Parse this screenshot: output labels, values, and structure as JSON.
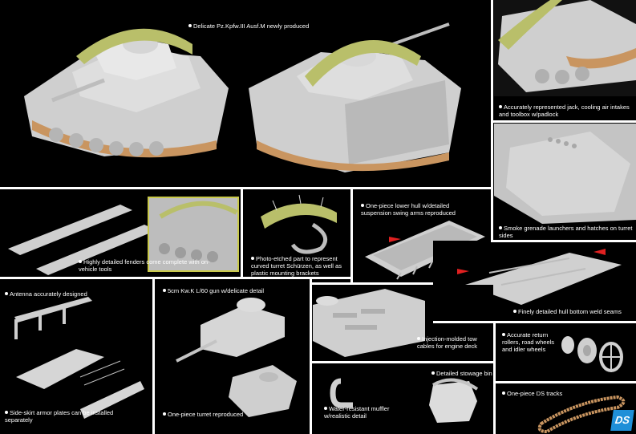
{
  "captions": {
    "main": "Delicate Pz.Kpfw.III Ausf.M newly produced",
    "jack": "Accurately represented jack, cooling air intakes and toolbox w/padlock",
    "smoke": "Smoke grenade launchers and hatches on turret sides",
    "fenders": "Highly detailed fenders come complete with on-vehicle tools",
    "photoetch": "Photo-etched part to represent curved turret Schürzen, as well as plastic mounting brackets",
    "lowerhull": "One-piece lower hull w/detailed suspension swing arms reproduced",
    "weld": "Finely detailed hull bottom weld seams",
    "antenna": "Antenna accurately designed",
    "sideskirt": "Side-skirt armor plates can be installed separately",
    "gun": "5cm Kw.K L/60 gun w/delicate detail",
    "turret": "One-piece turret reproduced",
    "tow": "Injection-molded tow cables for engine deck",
    "rollers": "Accurate return rollers, road wheels and idler wheels",
    "stowage": "Detailed stowage bin",
    "muffler": "Water-resistant muffler w/realistic detail",
    "tracks": "One-piece DS tracks"
  },
  "logo": "DS",
  "colors": {
    "background": "#000000",
    "model_grey": "#c9c9c9",
    "etch_green": "#b9bf6a",
    "track_tan": "#c99560",
    "arrow_red": "#e02020",
    "logo_blue": "#1f8fd8"
  }
}
